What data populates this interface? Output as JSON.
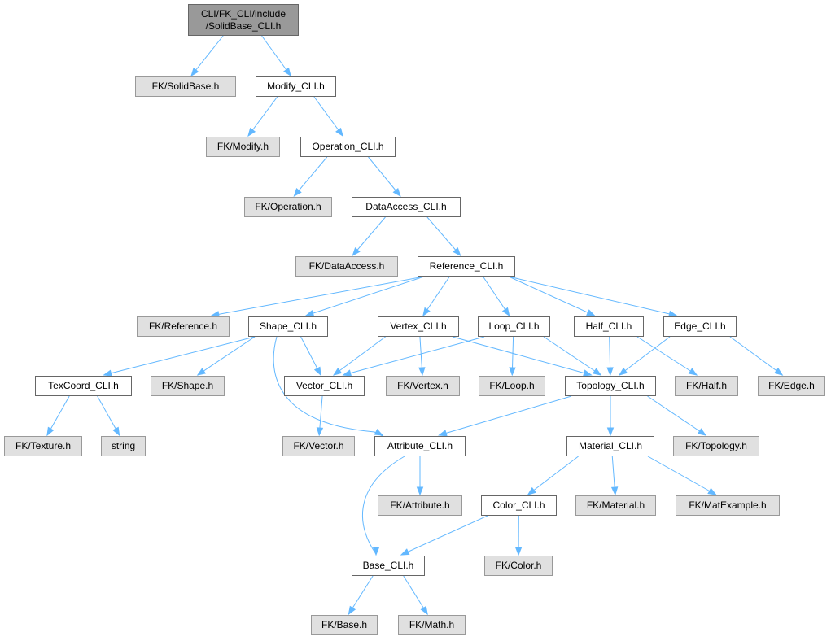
{
  "colors": {
    "edge": "#63b8ff",
    "root_fill": "#999999",
    "external_fill": "#e0e0e0",
    "local_fill": "#ffffff"
  },
  "nodes": [
    {
      "id": "root",
      "label": "CLI/FK_CLI/include\n/SolidBase_CLI.h",
      "kind": "root"
    },
    {
      "id": "fk_solidbase",
      "label": "FK/SolidBase.h",
      "kind": "external"
    },
    {
      "id": "modify",
      "label": "Modify_CLI.h",
      "kind": "local"
    },
    {
      "id": "fk_modify",
      "label": "FK/Modify.h",
      "kind": "external"
    },
    {
      "id": "operation",
      "label": "Operation_CLI.h",
      "kind": "local"
    },
    {
      "id": "fk_operation",
      "label": "FK/Operation.h",
      "kind": "external"
    },
    {
      "id": "dataaccess",
      "label": "DataAccess_CLI.h",
      "kind": "local"
    },
    {
      "id": "fk_dataaccess",
      "label": "FK/DataAccess.h",
      "kind": "external"
    },
    {
      "id": "reference",
      "label": "Reference_CLI.h",
      "kind": "local"
    },
    {
      "id": "fk_reference",
      "label": "FK/Reference.h",
      "kind": "external"
    },
    {
      "id": "shape",
      "label": "Shape_CLI.h",
      "kind": "local"
    },
    {
      "id": "vertex",
      "label": "Vertex_CLI.h",
      "kind": "local"
    },
    {
      "id": "loop",
      "label": "Loop_CLI.h",
      "kind": "local"
    },
    {
      "id": "half",
      "label": "Half_CLI.h",
      "kind": "local"
    },
    {
      "id": "edge",
      "label": "Edge_CLI.h",
      "kind": "local"
    },
    {
      "id": "texcoord",
      "label": "TexCoord_CLI.h",
      "kind": "local"
    },
    {
      "id": "fk_shape",
      "label": "FK/Shape.h",
      "kind": "external"
    },
    {
      "id": "vector",
      "label": "Vector_CLI.h",
      "kind": "local"
    },
    {
      "id": "fk_vertex",
      "label": "FK/Vertex.h",
      "kind": "external"
    },
    {
      "id": "fk_loop",
      "label": "FK/Loop.h",
      "kind": "external"
    },
    {
      "id": "topology",
      "label": "Topology_CLI.h",
      "kind": "local"
    },
    {
      "id": "fk_half",
      "label": "FK/Half.h",
      "kind": "external"
    },
    {
      "id": "fk_edge",
      "label": "FK/Edge.h",
      "kind": "external"
    },
    {
      "id": "fk_texture",
      "label": "FK/Texture.h",
      "kind": "external"
    },
    {
      "id": "string",
      "label": "string",
      "kind": "external"
    },
    {
      "id": "fk_vector",
      "label": "FK/Vector.h",
      "kind": "external"
    },
    {
      "id": "attribute",
      "label": "Attribute_CLI.h",
      "kind": "local"
    },
    {
      "id": "material",
      "label": "Material_CLI.h",
      "kind": "local"
    },
    {
      "id": "fk_topology",
      "label": "FK/Topology.h",
      "kind": "external"
    },
    {
      "id": "fk_attribute",
      "label": "FK/Attribute.h",
      "kind": "external"
    },
    {
      "id": "color",
      "label": "Color_CLI.h",
      "kind": "local"
    },
    {
      "id": "fk_material",
      "label": "FK/Material.h",
      "kind": "external"
    },
    {
      "id": "fk_matexample",
      "label": "FK/MatExample.h",
      "kind": "external"
    },
    {
      "id": "base",
      "label": "Base_CLI.h",
      "kind": "local"
    },
    {
      "id": "fk_color",
      "label": "FK/Color.h",
      "kind": "external"
    },
    {
      "id": "fk_base",
      "label": "FK/Base.h",
      "kind": "external"
    },
    {
      "id": "fk_math",
      "label": "FK/Math.h",
      "kind": "external"
    }
  ],
  "edges": [
    [
      "root",
      "fk_solidbase"
    ],
    [
      "root",
      "modify"
    ],
    [
      "modify",
      "fk_modify"
    ],
    [
      "modify",
      "operation"
    ],
    [
      "operation",
      "fk_operation"
    ],
    [
      "operation",
      "dataaccess"
    ],
    [
      "dataaccess",
      "fk_dataaccess"
    ],
    [
      "dataaccess",
      "reference"
    ],
    [
      "reference",
      "fk_reference"
    ],
    [
      "reference",
      "shape"
    ],
    [
      "reference",
      "vertex"
    ],
    [
      "reference",
      "loop"
    ],
    [
      "reference",
      "half"
    ],
    [
      "reference",
      "edge"
    ],
    [
      "shape",
      "texcoord"
    ],
    [
      "shape",
      "fk_shape"
    ],
    [
      "shape",
      "vector"
    ],
    [
      "shape",
      "attribute"
    ],
    [
      "vertex",
      "vector"
    ],
    [
      "vertex",
      "fk_vertex"
    ],
    [
      "vertex",
      "topology"
    ],
    [
      "loop",
      "vector"
    ],
    [
      "loop",
      "fk_loop"
    ],
    [
      "loop",
      "topology"
    ],
    [
      "half",
      "topology"
    ],
    [
      "half",
      "fk_half"
    ],
    [
      "edge",
      "topology"
    ],
    [
      "edge",
      "fk_edge"
    ],
    [
      "texcoord",
      "fk_texture"
    ],
    [
      "texcoord",
      "string"
    ],
    [
      "vector",
      "fk_vector"
    ],
    [
      "topology",
      "attribute"
    ],
    [
      "topology",
      "material"
    ],
    [
      "topology",
      "fk_topology"
    ],
    [
      "attribute",
      "fk_attribute"
    ],
    [
      "attribute",
      "base"
    ],
    [
      "material",
      "color"
    ],
    [
      "material",
      "fk_material"
    ],
    [
      "material",
      "fk_matexample"
    ],
    [
      "color",
      "base"
    ],
    [
      "color",
      "fk_color"
    ],
    [
      "base",
      "fk_base"
    ],
    [
      "base",
      "fk_math"
    ]
  ]
}
